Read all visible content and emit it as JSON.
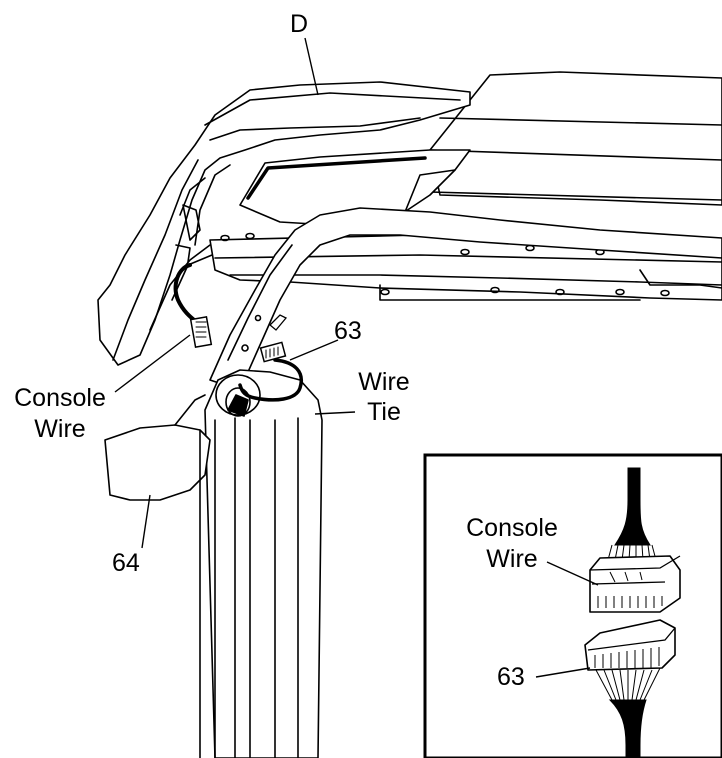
{
  "labels": {
    "step_marker": "D",
    "part_63": "63",
    "wire_tie_1": "Wire",
    "wire_tie_2": "Tie",
    "console_wire_1": "Console",
    "console_wire_2": "Wire",
    "part_64": "64",
    "inset_console_wire_1": "Console",
    "inset_console_wire_2": "Wire",
    "inset_part_63": "63"
  },
  "colors": {
    "line": "#000000",
    "fill": "#ffffff",
    "wire": "#111111"
  }
}
